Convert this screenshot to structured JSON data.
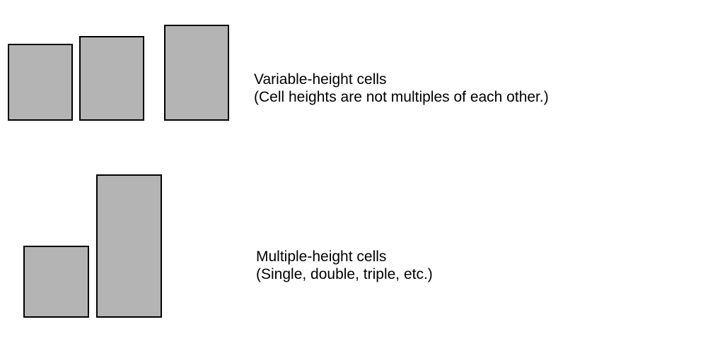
{
  "colors": {
    "cell_fill": "#b4b4b4",
    "cell_border": "#000000",
    "text": "#000000"
  },
  "variable_height": {
    "title": "Variable-height cells",
    "subtitle": "(Cell heights are not multiples of each other.)"
  },
  "multiple_height": {
    "title": "Multiple-height cells",
    "subtitle": "(Single, double, triple, etc.)"
  }
}
